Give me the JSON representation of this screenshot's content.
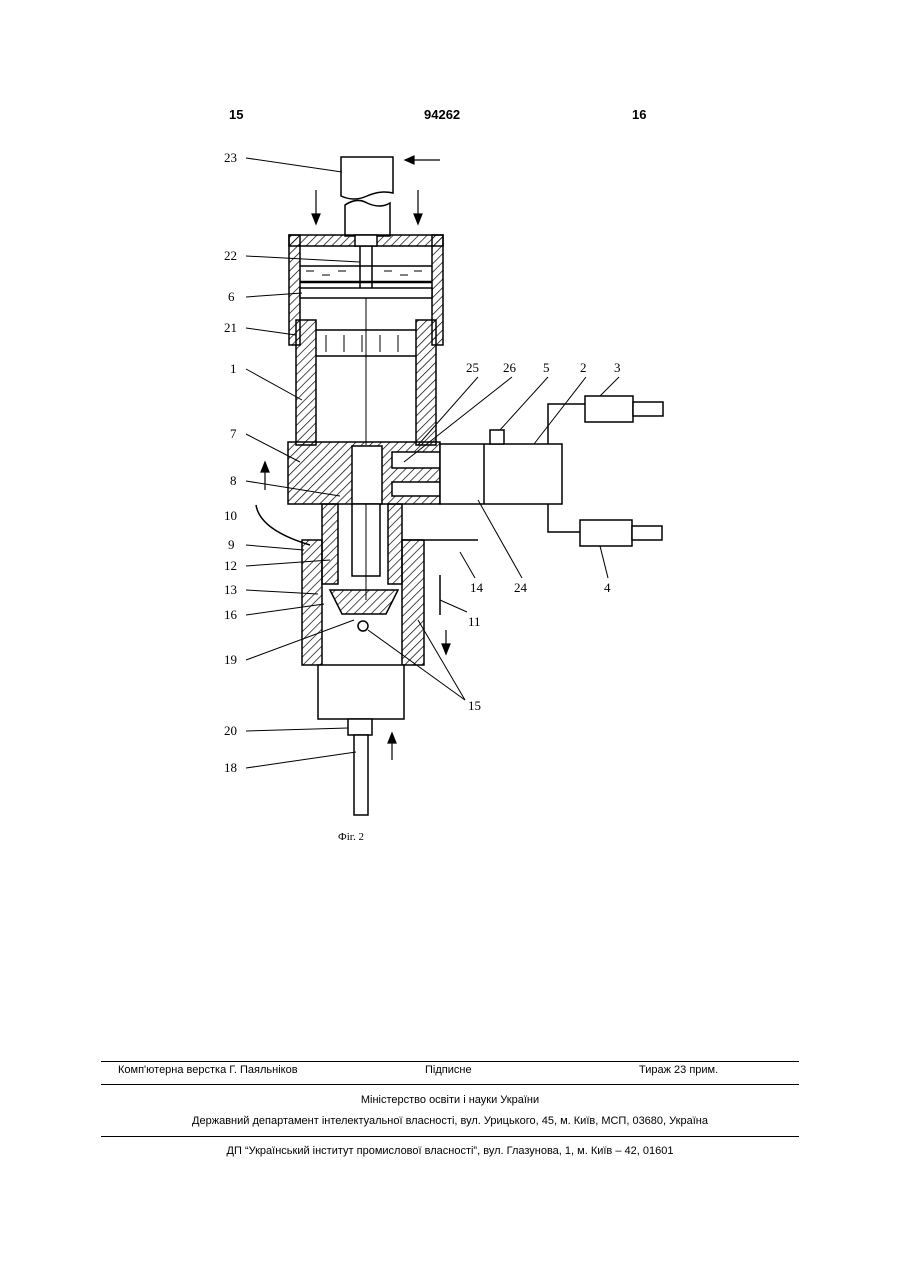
{
  "header": {
    "left_page": "15",
    "patent_number": "94262",
    "right_page": "16"
  },
  "figure": {
    "caption": "Фіг. 2",
    "labels": [
      "23",
      "22",
      "6",
      "21",
      "1",
      "7",
      "8",
      "10",
      "9",
      "12",
      "13",
      "16",
      "19",
      "20",
      "18",
      "25",
      "26",
      "5",
      "2",
      "3",
      "4",
      "14",
      "24",
      "11",
      "15"
    ]
  },
  "footer": {
    "layout": "Комп'ютерна верстка Г. Паяльніков",
    "signed": "Підписне",
    "circulation": "Тираж 23 прим.",
    "ministry": "Міністерство освіти і науки України",
    "department": "Державний департамент інтелектуальної власності, вул. Урицького, 45, м. Київ, МСП, 03680, Україна",
    "institute": "ДП “Український інститут промислової власності”, вул. Глазунова, 1, м. Київ – 42, 01601"
  }
}
